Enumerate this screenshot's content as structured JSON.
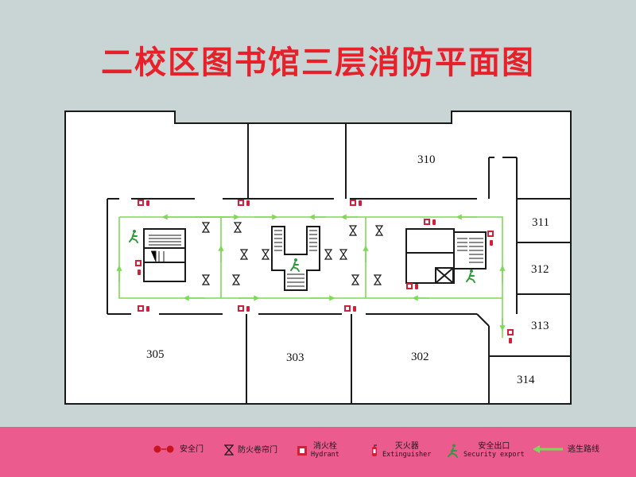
{
  "title": "二校区图书馆三层消防平面图",
  "rooms": [
    "310",
    "311",
    "312",
    "313",
    "314",
    "305",
    "303",
    "302"
  ],
  "legend": {
    "safety_door": "安全门",
    "shutter": "防火卷帘门",
    "hydrant": "消火栓",
    "hydrant_en": "Hydrant",
    "extinguisher": "灭火器",
    "extinguisher_en": "Extinguisher",
    "exit": "安全出口",
    "exit_en": "Security export",
    "route": "逃生路线"
  },
  "colors": {
    "background": "#c9d5d5",
    "title": "#e8202a",
    "legend_bar": "#ec5b8e",
    "route": "#7ed957",
    "wall": "#1a1a1a",
    "hydrant": "#d21f3c"
  },
  "icons": [
    "safety-door-icon",
    "fire-shutter-icon",
    "hydrant-icon",
    "extinguisher-icon",
    "exit-sign-icon",
    "route-arrow-icon"
  ]
}
